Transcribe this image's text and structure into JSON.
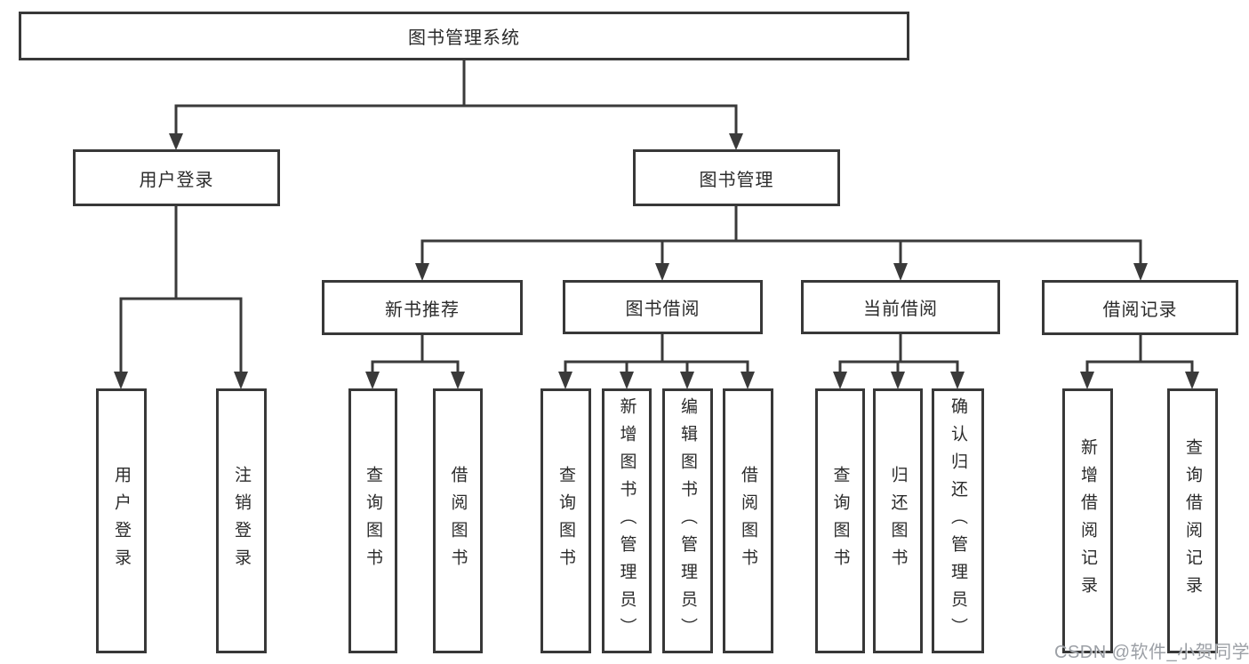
{
  "diagram": {
    "root": {
      "label": "图书管理系统"
    },
    "branches": [
      {
        "label": "用户登录",
        "leaves": [
          "用户登录",
          "注销登录"
        ]
      },
      {
        "label": "图书管理",
        "groups": [
          {
            "label": "新书推荐",
            "leaves": [
              "查询图书",
              "借阅图书"
            ]
          },
          {
            "label": "图书借阅",
            "leaves": [
              "查询图书",
              "新增图书（管理员）",
              "编辑图书（管理员）",
              "借阅图书"
            ]
          },
          {
            "label": "当前借阅",
            "leaves": [
              "查询图书",
              "归还图书",
              "确认归还（管理员）"
            ]
          },
          {
            "label": "借阅记录",
            "leaves": [
              "新增借阅记录",
              "查询借阅记录"
            ]
          }
        ]
      }
    ]
  },
  "watermark": {
    "text": "CSDN @软件_小贺同学"
  },
  "colors": {
    "line": "#3a3a3a",
    "box_border": "#383838",
    "box_background": "#ffffff",
    "text": "#2b2b2b",
    "watermark": "#94989e",
    "page_background": "#ffffff"
  }
}
